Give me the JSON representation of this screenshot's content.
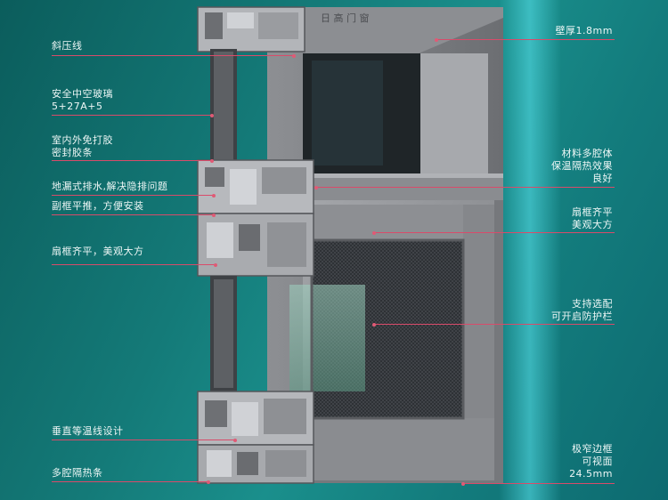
{
  "brand_logo_text": "日 高 门 窗",
  "left_labels": [
    {
      "lines": [
        "斜压线"
      ]
    },
    {
      "lines": [
        "安全中空玻璃",
        "5+27A+5"
      ]
    },
    {
      "lines": [
        "室内外免打胶",
        "密封胶条"
      ]
    },
    {
      "lines": [
        "地漏式排水,解决隐排问题"
      ]
    },
    {
      "lines": [
        "副框平推，方便安装"
      ]
    },
    {
      "lines": [
        "扇框齐平，美观大方"
      ]
    },
    {
      "lines": [
        "垂直等温线设计"
      ]
    },
    {
      "lines": [
        "多腔隔热条"
      ]
    }
  ],
  "right_labels": [
    {
      "lines": [
        "壁厚1.8mm"
      ]
    },
    {
      "lines": [
        "材料多腔体",
        "保温隔热效果",
        "良好"
      ]
    },
    {
      "lines": [
        "扇框齐平",
        "美观大方"
      ]
    },
    {
      "lines": [
        "支持选配",
        "可开启防护栏"
      ]
    },
    {
      "lines": [
        "极窄边框",
        "可视面",
        "24.5mm"
      ]
    }
  ],
  "colors": {
    "background": "#147a78",
    "leader_line": "#d94b6a",
    "profile": "#7b7d81",
    "label_text": "#eef7f6"
  }
}
